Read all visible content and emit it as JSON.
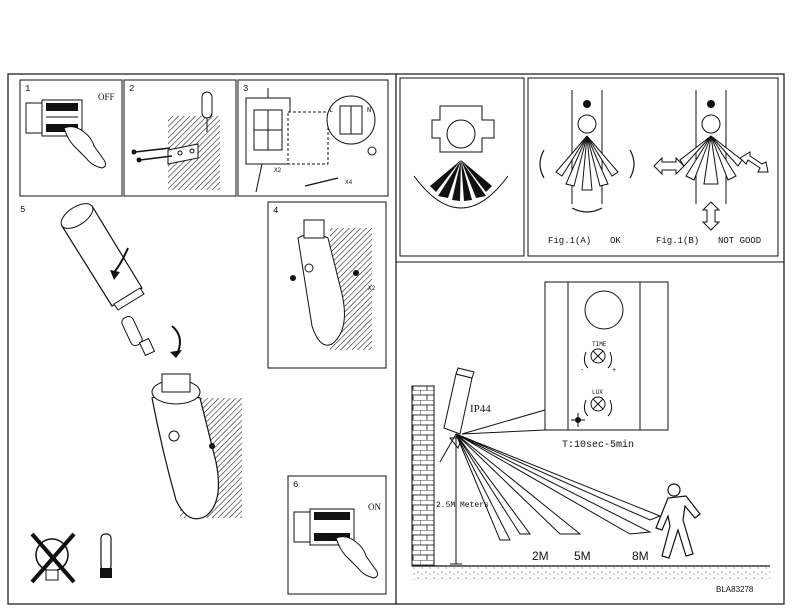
{
  "steps": {
    "s1": {
      "number": "1",
      "label": "OFF"
    },
    "s2": {
      "number": "2"
    },
    "s3": {
      "number": "3",
      "screw_count_a": "X2",
      "screw_count_b": "X4",
      "terminal_n": "N",
      "terminal_l": "L"
    },
    "s4": {
      "number": "4",
      "screw_count": "X2"
    },
    "s5": {
      "number": "5"
    },
    "s6": {
      "number": "6",
      "label": "ON"
    }
  },
  "sensor": {
    "fig_a": "Fig.1(A)",
    "fig_a_status": "OK",
    "fig_b": "Fig.1(B)",
    "fig_b_status": "NOT GOOD",
    "time_label": "TIME",
    "lux_label": "LUX",
    "ip_rating": "IP44",
    "timer_range": "T:10sec-5min",
    "height_label": "2.5M Meters",
    "range_near": "2M",
    "range_mid": "5M",
    "range_far": "8M"
  },
  "code": "BLA83278"
}
